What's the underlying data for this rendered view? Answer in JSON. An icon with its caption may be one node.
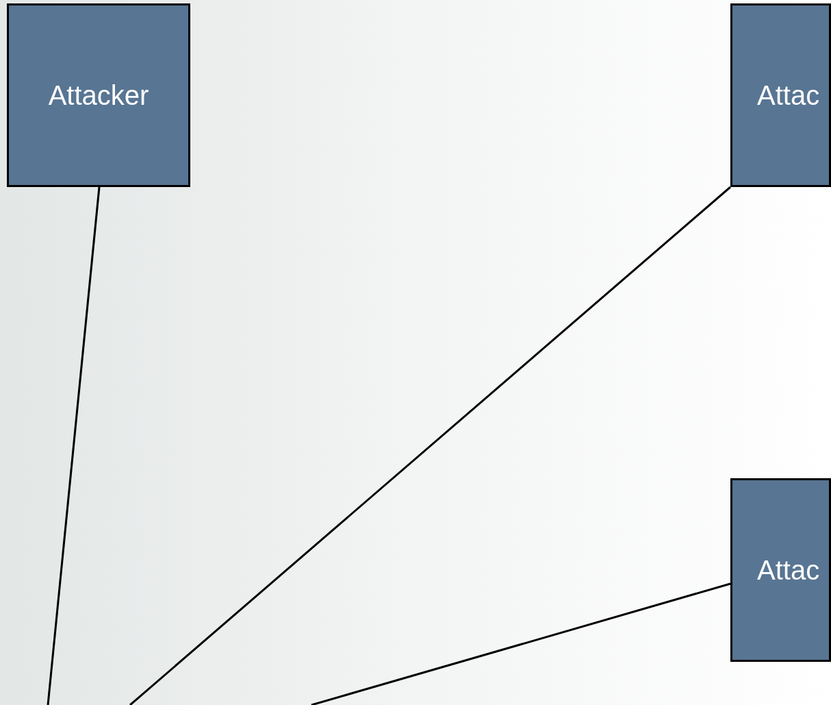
{
  "diagram": {
    "nodes": [
      {
        "text": [
          "Attacker"
        ]
      },
      {
        "text": [
          "Attac"
        ]
      },
      {
        "text": [
          "Attac"
        ]
      }
    ],
    "edges": [
      {
        "from": 0,
        "to": null,
        "arrow": "none"
      },
      {
        "from": 1,
        "to": null,
        "arrow": "none"
      },
      {
        "from": 2,
        "to": null,
        "arrow": "none"
      }
    ]
  }
}
